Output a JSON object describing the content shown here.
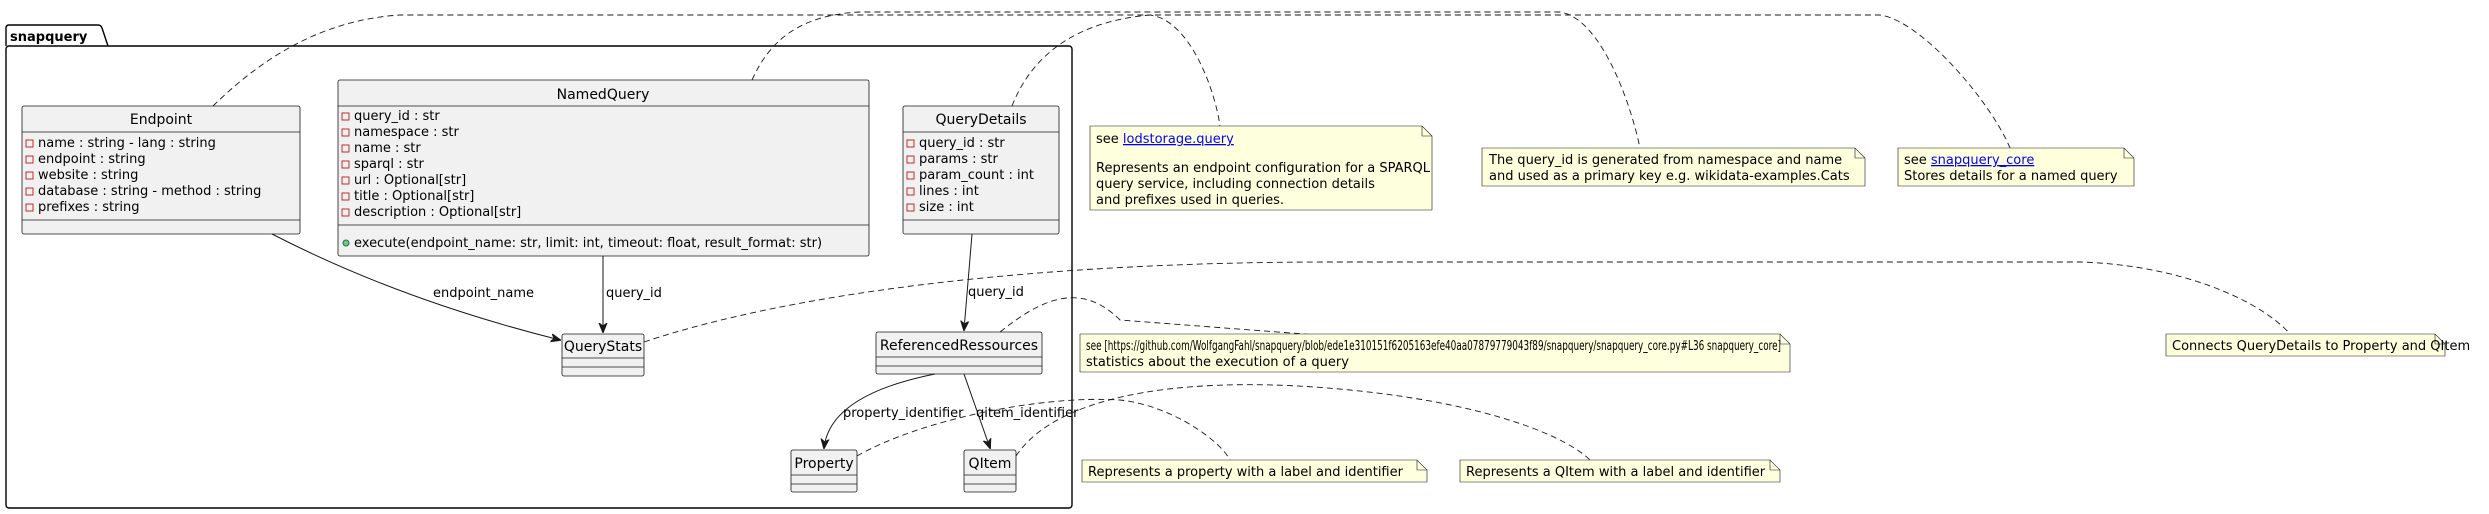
{
  "package": {
    "name": "snapquery"
  },
  "classes": {
    "endpoint": {
      "name": "Endpoint",
      "attributes": [
        "name : string    - lang : string",
        "endpoint : string",
        "website : string",
        "database : string    - method : string",
        "prefixes : string"
      ]
    },
    "named_query": {
      "name": "NamedQuery",
      "attributes": [
        "query_id : str",
        "namespace : str",
        "name : str",
        "sparql : str",
        "url : Optional[str]",
        "title : Optional[str]",
        "description : Optional[str]"
      ],
      "methods": [
        "execute(endpoint_name: str, limit: int, timeout: float, result_format: str)"
      ]
    },
    "query_details": {
      "name": "QueryDetails",
      "attributes": [
        "query_id : str",
        "params : str",
        "param_count : int",
        "lines : int",
        "size : int"
      ]
    },
    "query_stats": {
      "name": "QueryStats"
    },
    "referenced_ressources": {
      "name": "ReferencedRessources"
    },
    "property": {
      "name": "Property"
    },
    "qitem": {
      "name": "QItem"
    }
  },
  "relations": {
    "endpoint_to_stats": "endpoint_name",
    "named_to_stats": "query_id",
    "details_to_refs": "query_id",
    "refs_to_property": "property_identifier",
    "refs_to_qitem": "qitem_identifier"
  },
  "notes": {
    "lodstorage": {
      "prefix": "see ",
      "link": "lodstorage.query",
      "lines": [
        "Represents an endpoint configuration for a SPARQL",
        "query service, including connection details",
        "and prefixes used in queries."
      ]
    },
    "query_id": {
      "lines": [
        "The query_id is generated from namespace and name",
        "and used as a primary key e.g. wikidata-examples.Cats"
      ]
    },
    "snapquery_core": {
      "prefix": "see ",
      "link": "snapquery_core",
      "lines": [
        "Stores details for a named query"
      ]
    },
    "stats": {
      "lines": [
        "see [https://github.com/WolfgangFahl/snapquery/blob/ede1e310151f6205163efe40aa07879779043f89/snapquery/snapquery_core.py#L36 snapquery_core]",
        "statistics about the execution of a query"
      ]
    },
    "connects": {
      "lines": [
        "Connects QueryDetails to Property and QItem"
      ]
    },
    "property": {
      "lines": [
        "Represents a property with a label and identifier"
      ]
    },
    "qitem": {
      "lines": [
        "Represents a QItem with a label and identifier"
      ]
    }
  }
}
